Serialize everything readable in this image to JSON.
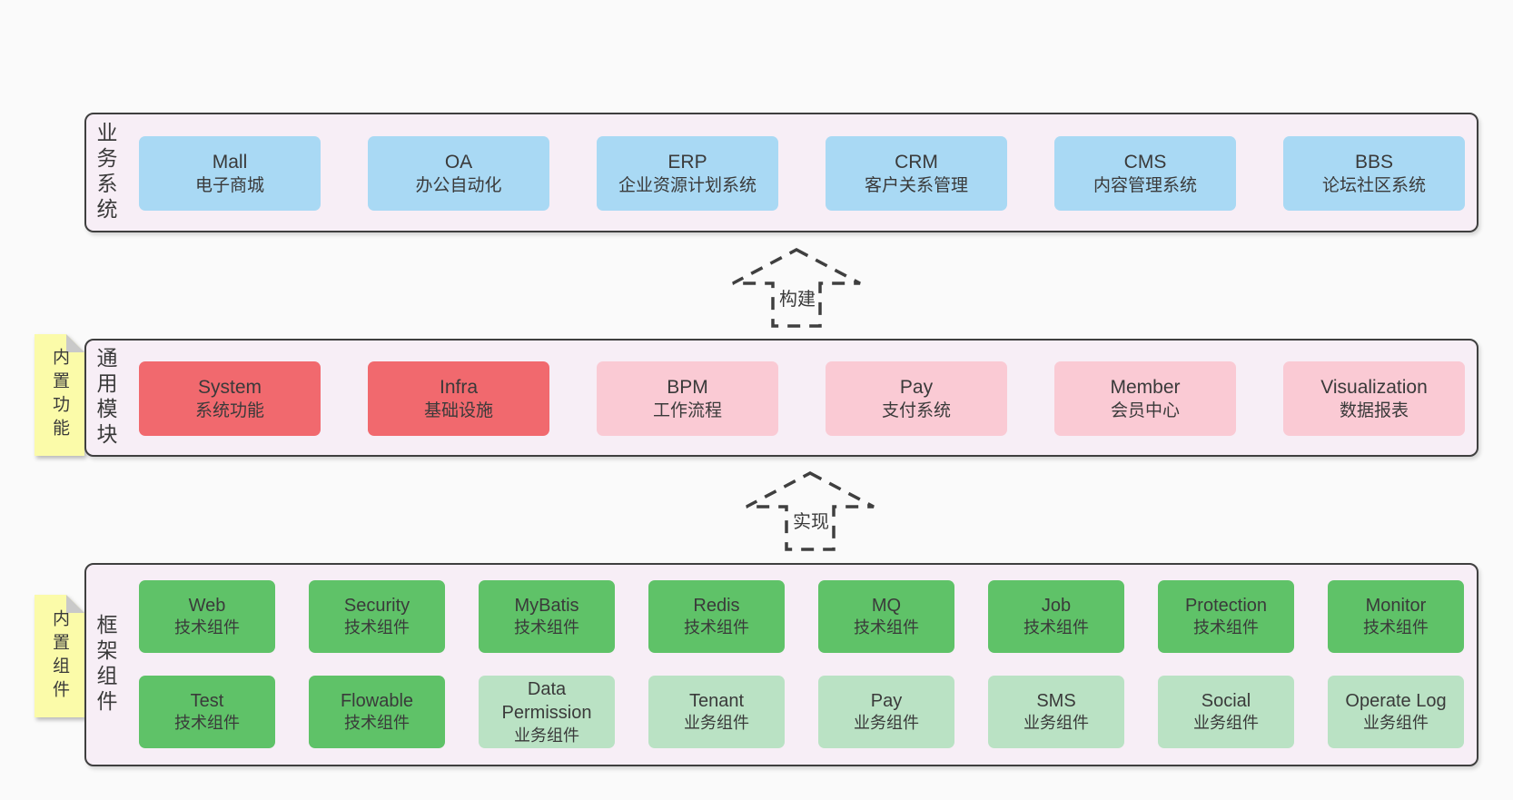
{
  "colors": {
    "page_bg": "#fafafa",
    "panel_bg": "#f7eef6",
    "panel_border": "#3f3f3f",
    "blue": "#a9d9f4",
    "red": "#f1696e",
    "pink": "#facad4",
    "green": "#5fc268",
    "light_green": "#bae2c4",
    "note_yellow": "#fbfba9",
    "note_fold_gray": "#c9c9c9",
    "text": "#3a3a3a"
  },
  "arrows": {
    "build": "构建",
    "implement": "实现"
  },
  "business": {
    "label": "业务系统",
    "boxes": [
      {
        "en": "Mall",
        "zh": "电子商城",
        "color": "blue"
      },
      {
        "en": "OA",
        "zh": "办公自动化",
        "color": "blue"
      },
      {
        "en": "ERP",
        "zh": "企业资源计划系统",
        "color": "blue"
      },
      {
        "en": "CRM",
        "zh": "客户关系管理",
        "color": "blue"
      },
      {
        "en": "CMS",
        "zh": "内容管理系统",
        "color": "blue"
      },
      {
        "en": "BBS",
        "zh": "论坛社区系统",
        "color": "blue"
      }
    ]
  },
  "modules": {
    "label": "通用模块",
    "note": "内置功能",
    "boxes": [
      {
        "en": "System",
        "zh": "系统功能",
        "color": "red"
      },
      {
        "en": "Infra",
        "zh": "基础设施",
        "color": "red"
      },
      {
        "en": "BPM",
        "zh": "工作流程",
        "color": "pink"
      },
      {
        "en": "Pay",
        "zh": "支付系统",
        "color": "pink"
      },
      {
        "en": "Member",
        "zh": "会员中心",
        "color": "pink"
      },
      {
        "en": "Visualization",
        "zh": "数据报表",
        "color": "pink"
      }
    ]
  },
  "framework": {
    "label": "框架组件",
    "note": "内置组件",
    "row1": [
      {
        "en": "Web",
        "zh": "技术组件",
        "color": "green"
      },
      {
        "en": "Security",
        "zh": "技术组件",
        "color": "green"
      },
      {
        "en": "MyBatis",
        "zh": "技术组件",
        "color": "green"
      },
      {
        "en": "Redis",
        "zh": "技术组件",
        "color": "green"
      },
      {
        "en": "MQ",
        "zh": "技术组件",
        "color": "green"
      },
      {
        "en": "Job",
        "zh": "技术组件",
        "color": "green"
      },
      {
        "en": "Protection",
        "zh": "技术组件",
        "color": "green"
      },
      {
        "en": "Monitor",
        "zh": "技术组件",
        "color": "green"
      }
    ],
    "row2": [
      {
        "en": "Test",
        "zh": "技术组件",
        "color": "green"
      },
      {
        "en": "Flowable",
        "zh": "技术组件",
        "color": "green"
      },
      {
        "en": "Data Permission",
        "zh": "业务组件",
        "color": "light_green"
      },
      {
        "en": "Tenant",
        "zh": "业务组件",
        "color": "light_green"
      },
      {
        "en": "Pay",
        "zh": "业务组件",
        "color": "light_green"
      },
      {
        "en": "SMS",
        "zh": "业务组件",
        "color": "light_green"
      },
      {
        "en": "Social",
        "zh": "业务组件",
        "color": "light_green"
      },
      {
        "en": "Operate Log",
        "zh": "业务组件",
        "color": "light_green"
      }
    ]
  }
}
